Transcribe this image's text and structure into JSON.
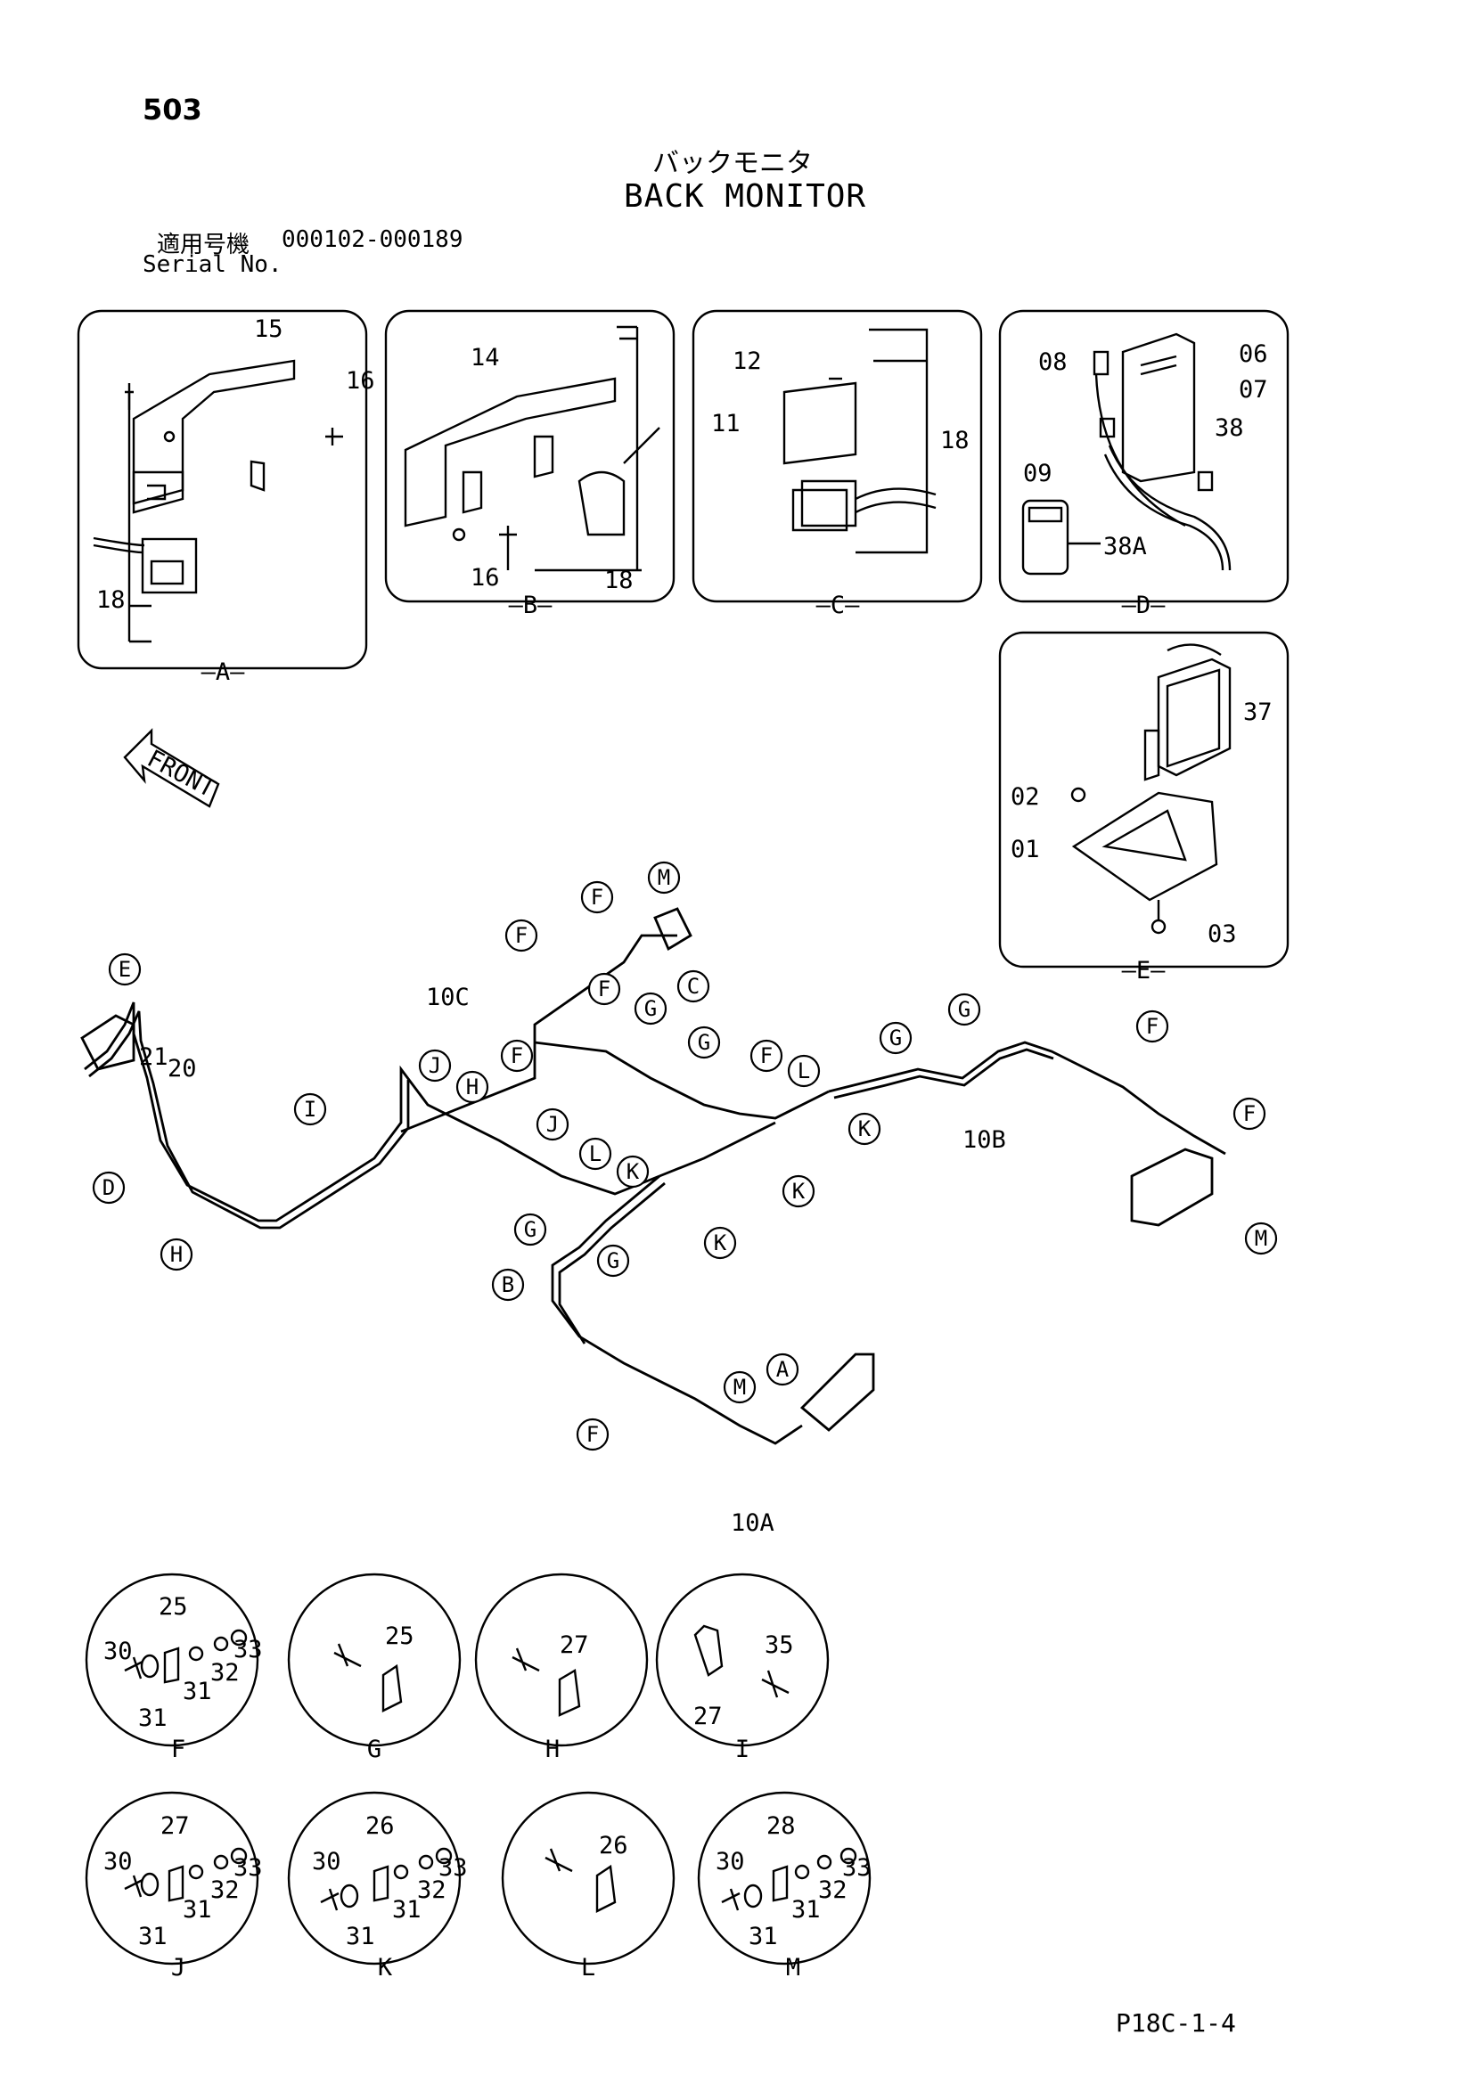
{
  "header": {
    "page_number": "503",
    "title_jp": "バックモニタ",
    "title_en": "BACK MONITOR",
    "serial_label_jp": "適用号機",
    "serial_range": "000102-000189",
    "serial_label_en": "Serial No."
  },
  "front_arrow": {
    "label": "FRONT"
  },
  "detail_panels": [
    {
      "id": "A",
      "parts": [
        "15",
        "16",
        "18"
      ]
    },
    {
      "id": "B",
      "parts": [
        "14",
        "16",
        "18"
      ]
    },
    {
      "id": "C",
      "parts": [
        "12",
        "11",
        "18"
      ]
    },
    {
      "id": "D",
      "parts": [
        "08",
        "06",
        "07",
        "38",
        "09",
        "38A"
      ]
    },
    {
      "id": "E",
      "parts": [
        "37",
        "02",
        "01",
        "03"
      ]
    }
  ],
  "harness": {
    "harness_labels": [
      "10C",
      "10B",
      "10A"
    ],
    "connector_callouts": [
      "21",
      "20"
    ],
    "circle_callouts": [
      "E",
      "D",
      "H",
      "I",
      "J",
      "H",
      "J",
      "L",
      "K",
      "G",
      "G",
      "F",
      "F",
      "M",
      "F",
      "C",
      "F",
      "G",
      "G",
      "F",
      "L",
      "K",
      "K",
      "K",
      "G",
      "G",
      "F",
      "F",
      "M",
      "B",
      "F",
      "M",
      "A"
    ]
  },
  "clamp_details": [
    {
      "id": "F",
      "parts": [
        "25",
        "30",
        "31",
        "31",
        "32",
        "33"
      ]
    },
    {
      "id": "G",
      "parts": [
        "25"
      ]
    },
    {
      "id": "H",
      "parts": [
        "27"
      ]
    },
    {
      "id": "I",
      "parts": [
        "35",
        "27"
      ]
    },
    {
      "id": "J",
      "parts": [
        "27",
        "30",
        "31",
        "31",
        "32",
        "33"
      ]
    },
    {
      "id": "K",
      "parts": [
        "26",
        "30",
        "31",
        "31",
        "32",
        "33"
      ]
    },
    {
      "id": "L",
      "parts": [
        "26"
      ]
    },
    {
      "id": "M",
      "parts": [
        "28",
        "30",
        "31",
        "31",
        "32",
        "33"
      ]
    }
  ],
  "footer": {
    "page_ref": "P18C-1-4"
  }
}
